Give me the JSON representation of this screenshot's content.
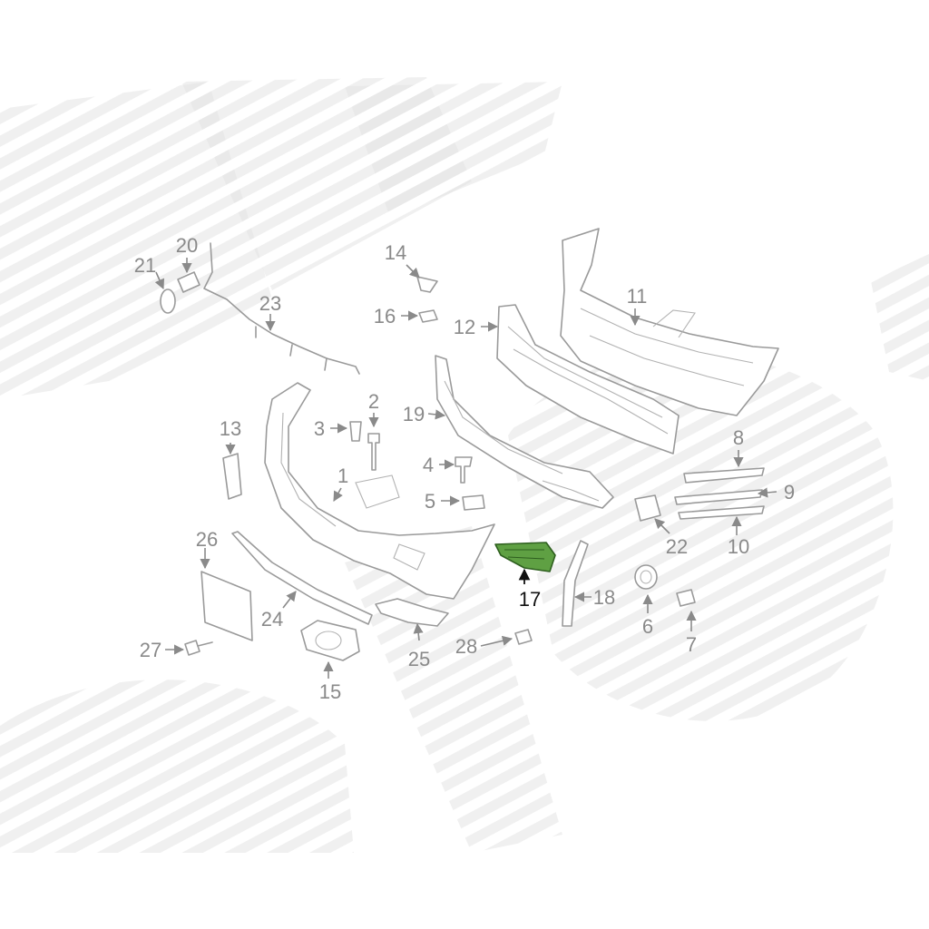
{
  "diagram": {
    "highlighted_callout": "17",
    "highlight_color": "#5fa043",
    "label_color": "#8a8a8a",
    "highlight_label_color": "#111111",
    "callouts": [
      {
        "id": "c1",
        "label": "1"
      },
      {
        "id": "c2",
        "label": "2"
      },
      {
        "id": "c3",
        "label": "3"
      },
      {
        "id": "c4",
        "label": "4"
      },
      {
        "id": "c5",
        "label": "5"
      },
      {
        "id": "c6",
        "label": "6"
      },
      {
        "id": "c7",
        "label": "7"
      },
      {
        "id": "c8",
        "label": "8"
      },
      {
        "id": "c9",
        "label": "9"
      },
      {
        "id": "c10",
        "label": "10"
      },
      {
        "id": "c11",
        "label": "11"
      },
      {
        "id": "c12",
        "label": "12"
      },
      {
        "id": "c13",
        "label": "13"
      },
      {
        "id": "c14",
        "label": "14"
      },
      {
        "id": "c15",
        "label": "15"
      },
      {
        "id": "c16",
        "label": "16"
      },
      {
        "id": "c17",
        "label": "17"
      },
      {
        "id": "c18",
        "label": "18"
      },
      {
        "id": "c19",
        "label": "19"
      },
      {
        "id": "c20",
        "label": "20"
      },
      {
        "id": "c21",
        "label": "21"
      },
      {
        "id": "c22",
        "label": "22"
      },
      {
        "id": "c23",
        "label": "23"
      },
      {
        "id": "c24",
        "label": "24"
      },
      {
        "id": "c25",
        "label": "25"
      },
      {
        "id": "c26",
        "label": "26"
      },
      {
        "id": "c27",
        "label": "27"
      },
      {
        "id": "c28",
        "label": "28"
      }
    ]
  }
}
